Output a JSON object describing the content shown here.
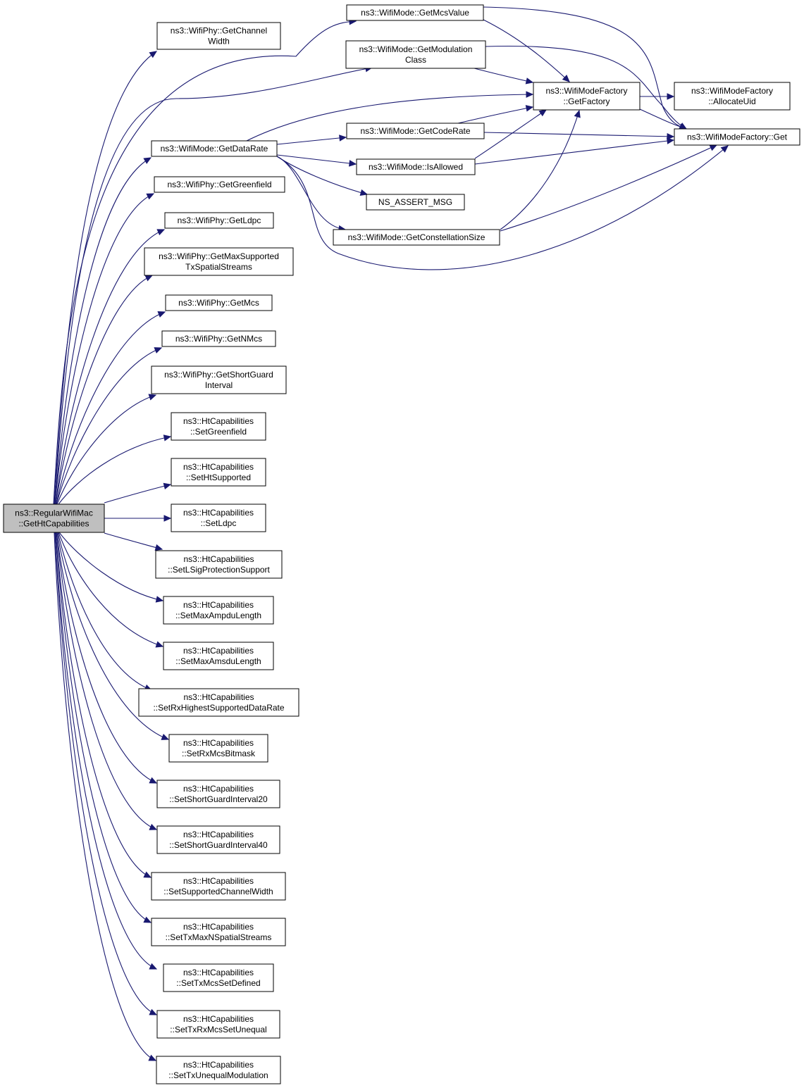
{
  "diagram": {
    "colors": {
      "edge": "#191970",
      "node_border": "#000000",
      "node_fill": "#ffffff",
      "root_fill": "#bfbfbf"
    },
    "nodes": [
      {
        "id": "root",
        "lines": [
          "ns3::RegularWifiMac",
          "::GetHtCapabilities"
        ]
      },
      {
        "id": "getChannelWidth",
        "lines": [
          "ns3::WifiPhy::GetChannel",
          "Width"
        ]
      },
      {
        "id": "getDataRate",
        "lines": [
          "ns3::WifiMode::GetDataRate"
        ]
      },
      {
        "id": "getGreenfield",
        "lines": [
          "ns3::WifiPhy::GetGreenfield"
        ]
      },
      {
        "id": "getLdpc",
        "lines": [
          "ns3::WifiPhy::GetLdpc"
        ]
      },
      {
        "id": "getMaxSupported",
        "lines": [
          "ns3::WifiPhy::GetMaxSupported",
          "TxSpatialStreams"
        ]
      },
      {
        "id": "getMcs",
        "lines": [
          "ns3::WifiPhy::GetMcs"
        ]
      },
      {
        "id": "getNMcs",
        "lines": [
          "ns3::WifiPhy::GetNMcs"
        ]
      },
      {
        "id": "getShortGuard",
        "lines": [
          "ns3::WifiPhy::GetShortGuard",
          "Interval"
        ]
      },
      {
        "id": "setGreenfield",
        "lines": [
          "ns3::HtCapabilities",
          "::SetGreenfield"
        ]
      },
      {
        "id": "setHtSupported",
        "lines": [
          "ns3::HtCapabilities",
          "::SetHtSupported"
        ]
      },
      {
        "id": "setLdpc",
        "lines": [
          "ns3::HtCapabilities",
          "::SetLdpc"
        ]
      },
      {
        "id": "setLSig",
        "lines": [
          "ns3::HtCapabilities",
          "::SetLSigProtectionSupport"
        ]
      },
      {
        "id": "setMaxAmpdu",
        "lines": [
          "ns3::HtCapabilities",
          "::SetMaxAmpduLength"
        ]
      },
      {
        "id": "setMaxAmsdu",
        "lines": [
          "ns3::HtCapabilities",
          "::SetMaxAmsduLength"
        ]
      },
      {
        "id": "setRxHighest",
        "lines": [
          "ns3::HtCapabilities",
          "::SetRxHighestSupportedDataRate"
        ]
      },
      {
        "id": "setRxMcs",
        "lines": [
          "ns3::HtCapabilities",
          "::SetRxMcsBitmask"
        ]
      },
      {
        "id": "setSGI20",
        "lines": [
          "ns3::HtCapabilities",
          "::SetShortGuardInterval20"
        ]
      },
      {
        "id": "setSGI40",
        "lines": [
          "ns3::HtCapabilities",
          "::SetShortGuardInterval40"
        ]
      },
      {
        "id": "setSupCW",
        "lines": [
          "ns3::HtCapabilities",
          "::SetSupportedChannelWidth"
        ]
      },
      {
        "id": "setTxMaxNSS",
        "lines": [
          "ns3::HtCapabilities",
          "::SetTxMaxNSpatialStreams"
        ]
      },
      {
        "id": "setTxMcsDef",
        "lines": [
          "ns3::HtCapabilities",
          "::SetTxMcsSetDefined"
        ]
      },
      {
        "id": "setTxRxUneq",
        "lines": [
          "ns3::HtCapabilities",
          "::SetTxRxMcsSetUnequal"
        ]
      },
      {
        "id": "setTxUneqMod",
        "lines": [
          "ns3::HtCapabilities",
          "::SetTxUnequalModulation"
        ]
      },
      {
        "id": "getMcsValue",
        "lines": [
          "ns3::WifiMode::GetMcsValue"
        ]
      },
      {
        "id": "getModClass",
        "lines": [
          "ns3::WifiMode::GetModulation",
          "Class"
        ]
      },
      {
        "id": "getCodeRate",
        "lines": [
          "ns3::WifiMode::GetCodeRate"
        ]
      },
      {
        "id": "isAllowed",
        "lines": [
          "ns3::WifiMode::IsAllowed"
        ]
      },
      {
        "id": "assertMsg",
        "lines": [
          "NS_ASSERT_MSG"
        ]
      },
      {
        "id": "getConstSize",
        "lines": [
          "ns3::WifiMode::GetConstellationSize"
        ]
      },
      {
        "id": "getFactory",
        "lines": [
          "ns3::WifiModeFactory",
          "::GetFactory"
        ]
      },
      {
        "id": "allocUid",
        "lines": [
          "ns3::WifiModeFactory",
          "::AllocateUid"
        ]
      },
      {
        "id": "factoryGet",
        "lines": [
          "ns3::WifiModeFactory::Get"
        ]
      }
    ],
    "edges": [
      {
        "from": "root",
        "to": "getChannelWidth"
      },
      {
        "from": "root",
        "to": "getDataRate"
      },
      {
        "from": "root",
        "to": "getGreenfield"
      },
      {
        "from": "root",
        "to": "getLdpc"
      },
      {
        "from": "root",
        "to": "getMaxSupported"
      },
      {
        "from": "root",
        "to": "getMcs"
      },
      {
        "from": "root",
        "to": "getNMcs"
      },
      {
        "from": "root",
        "to": "getShortGuard"
      },
      {
        "from": "root",
        "to": "setGreenfield"
      },
      {
        "from": "root",
        "to": "setHtSupported"
      },
      {
        "from": "root",
        "to": "setLdpc"
      },
      {
        "from": "root",
        "to": "setLSig"
      },
      {
        "from": "root",
        "to": "setMaxAmpdu"
      },
      {
        "from": "root",
        "to": "setMaxAmsdu"
      },
      {
        "from": "root",
        "to": "setRxHighest"
      },
      {
        "from": "root",
        "to": "setRxMcs"
      },
      {
        "from": "root",
        "to": "setSGI20"
      },
      {
        "from": "root",
        "to": "setSGI40"
      },
      {
        "from": "root",
        "to": "setSupCW"
      },
      {
        "from": "root",
        "to": "setTxMaxNSS"
      },
      {
        "from": "root",
        "to": "setTxMcsDef"
      },
      {
        "from": "root",
        "to": "setTxRxUneq"
      },
      {
        "from": "root",
        "to": "setTxUneqMod"
      },
      {
        "from": "root",
        "to": "getMcsValue"
      },
      {
        "from": "root",
        "to": "getModClass"
      },
      {
        "from": "getDataRate",
        "to": "getFactory"
      },
      {
        "from": "getDataRate",
        "to": "getCodeRate"
      },
      {
        "from": "getDataRate",
        "to": "isAllowed"
      },
      {
        "from": "getDataRate",
        "to": "assertMsg"
      },
      {
        "from": "getDataRate",
        "to": "getConstSize"
      },
      {
        "from": "getDataRate",
        "to": "factoryGet"
      },
      {
        "from": "getMcsValue",
        "to": "getFactory"
      },
      {
        "from": "getMcsValue",
        "to": "factoryGet"
      },
      {
        "from": "getModClass",
        "to": "getFactory"
      },
      {
        "from": "getModClass",
        "to": "factoryGet"
      },
      {
        "from": "getCodeRate",
        "to": "getFactory"
      },
      {
        "from": "getCodeRate",
        "to": "factoryGet"
      },
      {
        "from": "isAllowed",
        "to": "getFactory"
      },
      {
        "from": "isAllowed",
        "to": "factoryGet"
      },
      {
        "from": "getConstSize",
        "to": "getFactory"
      },
      {
        "from": "getConstSize",
        "to": "factoryGet"
      },
      {
        "from": "getFactory",
        "to": "allocUid"
      },
      {
        "from": "getFactory",
        "to": "factoryGet"
      }
    ]
  }
}
